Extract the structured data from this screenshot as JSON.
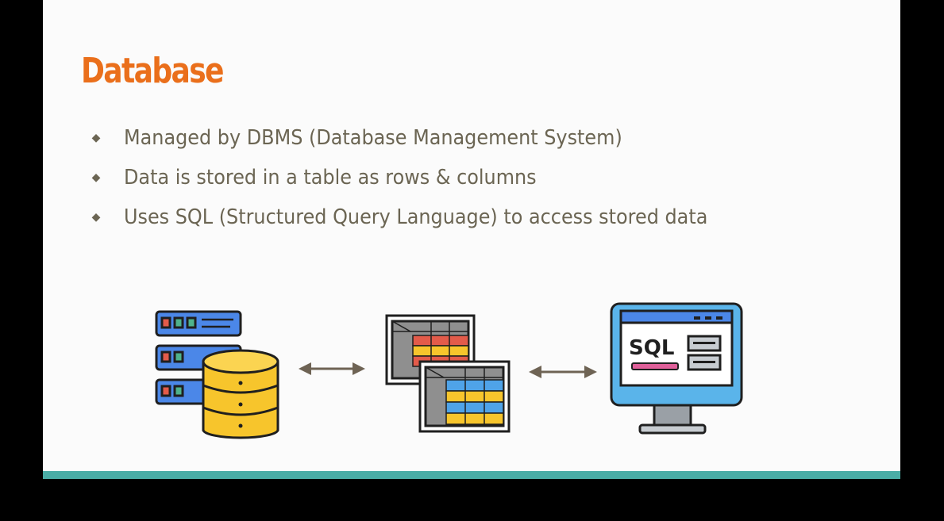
{
  "slide": {
    "title": "Database",
    "bullets": [
      "Managed by DBMS (Database Management System)",
      "Data is stored in a table as rows & columns",
      "Uses SQL (Structured Query Language) to access stored data"
    ],
    "bullet_marker": "◆",
    "accent_color": "#ea6f1b",
    "footer_bar_color": "#4aada6",
    "illustrations": {
      "left": "database-server-icon",
      "middle": "data-tables-icon",
      "right": "sql-monitor-icon",
      "screen_text": "SQL",
      "connectors": [
        "double-arrow-icon",
        "double-arrow-icon"
      ]
    }
  }
}
